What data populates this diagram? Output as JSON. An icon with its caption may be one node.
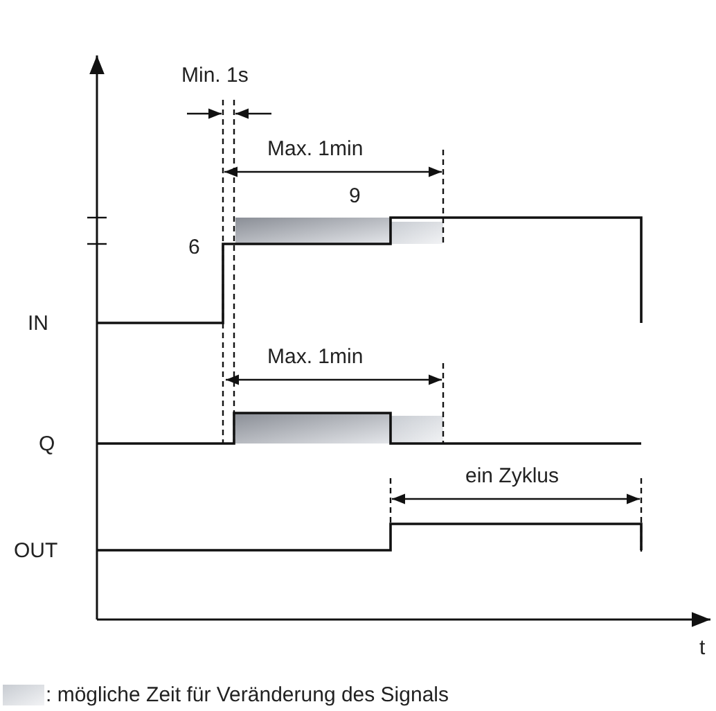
{
  "diagram": {
    "labels": [
      "Min. 1s",
      "Max. 1min",
      "9",
      "6",
      "IN",
      "Max. 1min",
      "Q",
      "ein Zyklus",
      "OUT",
      "t"
    ],
    "legend": [
      {
        "text": ": mögliche Zeit für Veränderung des Signals"
      }
    ]
  }
}
